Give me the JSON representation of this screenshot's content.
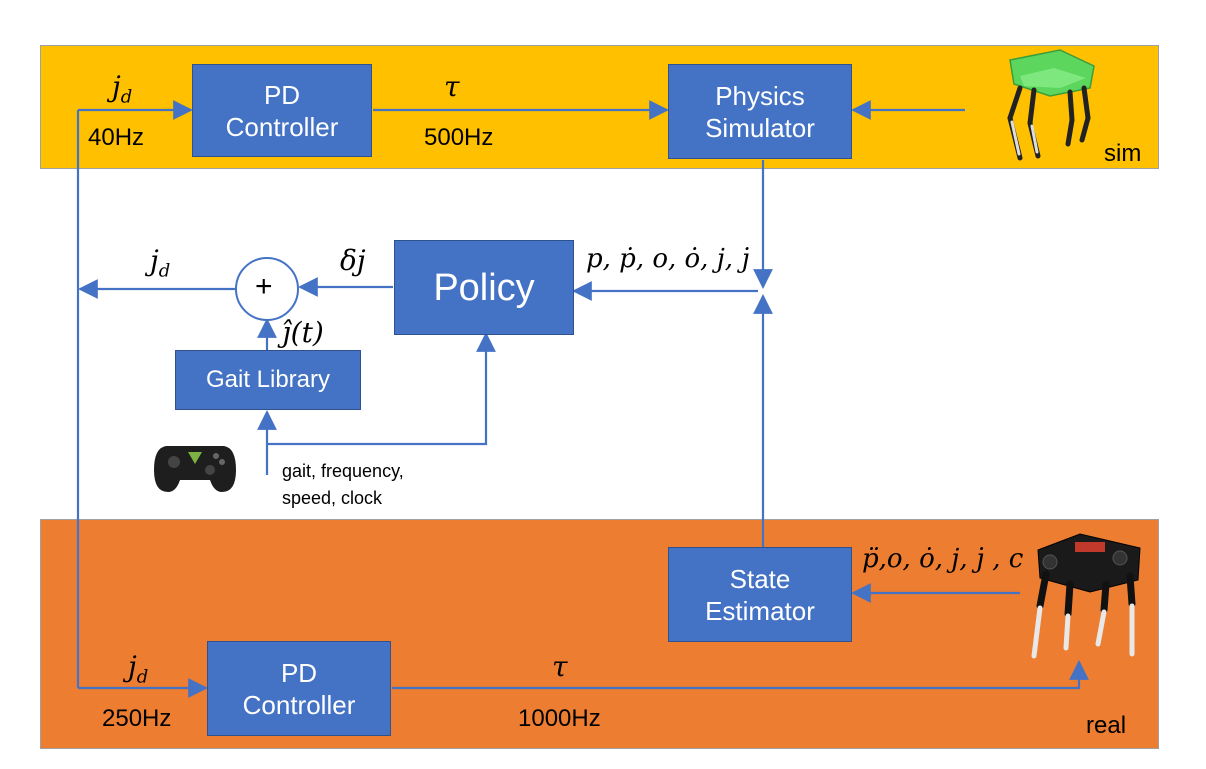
{
  "sim": {
    "band_label": "sim",
    "target_symbol": "j_d",
    "target_rate": "40Hz",
    "pd_label": "PD\nController",
    "torque_symbol": "τ",
    "torque_rate": "500Hz",
    "physics_label": "Physics\nSimulator"
  },
  "middle": {
    "output_symbol": "j_d",
    "sum_symbol": "+",
    "delta_symbol": "δj",
    "policy_label": "Policy",
    "obs_symbol": "p, ṗ, o, ȯ, j, j̇",
    "ref_symbol": "ĵ(t)",
    "gait_label": "Gait Library",
    "command_text": "gait, frequency,\nspeed, clock"
  },
  "real": {
    "band_label": "real",
    "target_symbol": "j_d",
    "target_rate": "250Hz",
    "pd_label": "PD\nController",
    "torque_symbol": "τ",
    "torque_rate": "1000Hz",
    "estimator_label": "State\nEstimator",
    "sensor_symbol": "p̈,o, ȯ, j, j̇ , c"
  },
  "colors": {
    "sim_band": "#ffc000",
    "real_band": "#ed7d31",
    "block": "#4472c4",
    "wire": "#4472c4"
  },
  "icons": [
    "sim-robot-icon",
    "real-robot-icon",
    "gamepad-icon"
  ]
}
